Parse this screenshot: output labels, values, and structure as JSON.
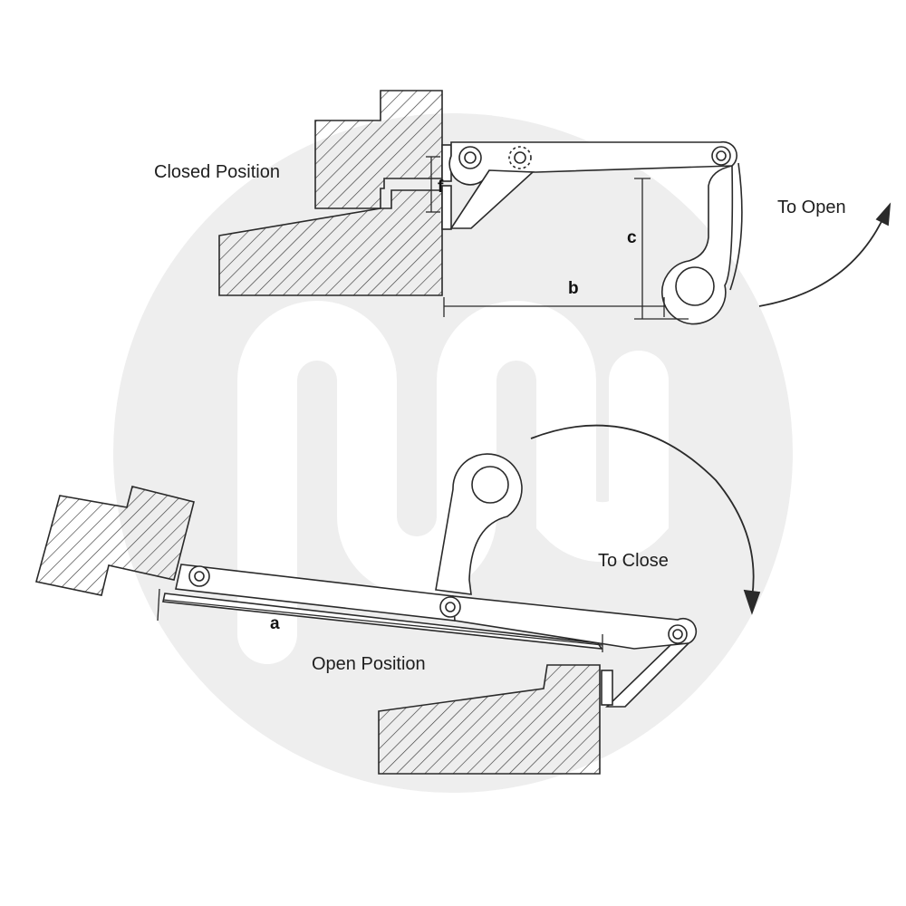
{
  "labels": {
    "closed": "Closed Position",
    "to_open": "To Open",
    "to_close": "To Close",
    "open": "Open Position"
  },
  "dimensions": {
    "a": "a",
    "b": "b",
    "c": "c",
    "f": "f"
  },
  "colors": {
    "line": "#2a2a2a",
    "hatch": "#3a3a3a",
    "watermark": "#eeeeee"
  }
}
